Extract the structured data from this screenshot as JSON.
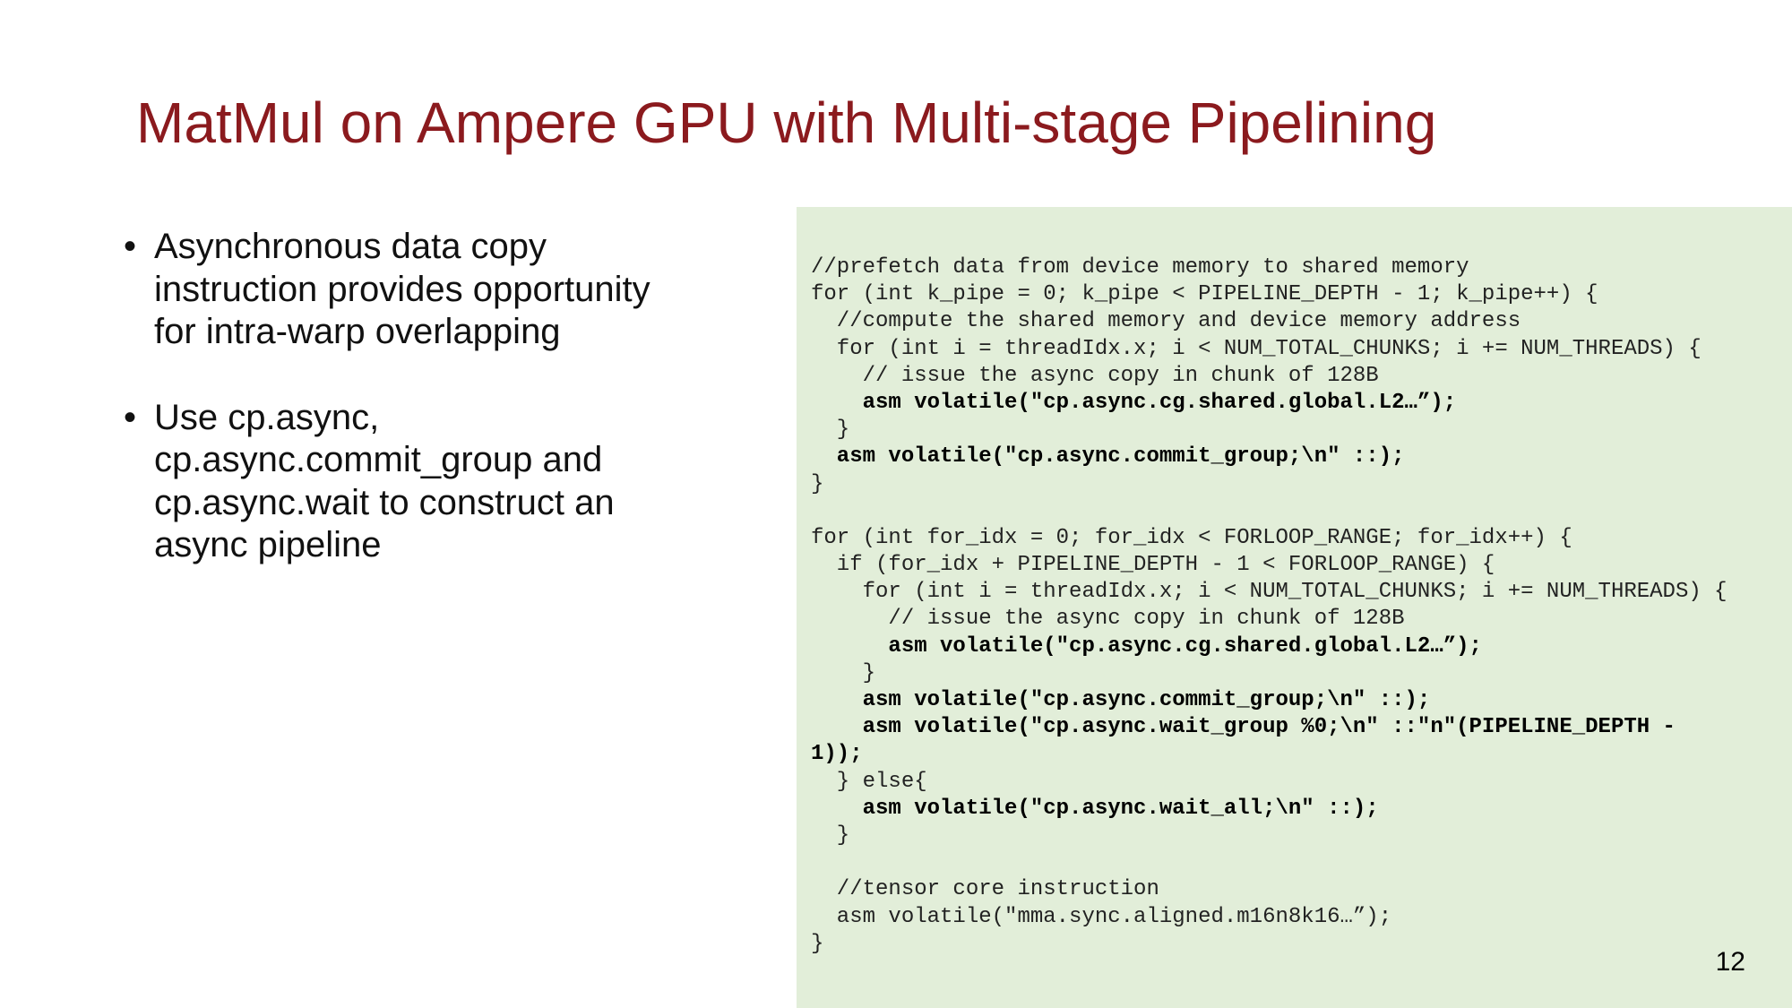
{
  "slide": {
    "title": "MatMul on Ampere GPU with Multi-stage Pipelining",
    "bullet_marker": "•",
    "bullets": [
      {
        "lines": [
          "Asynchronous data copy",
          "instruction provides opportunity",
          "for intra-warp overlapping"
        ]
      },
      {
        "lines": [
          "Use cp.async,",
          "cp.async.commit_group and",
          "cp.async.wait to construct an",
          "async pipeline"
        ]
      }
    ],
    "code_lines": [
      {
        "text": "//prefetch data from device memory to shared memory",
        "bold": false
      },
      {
        "text": "for (int k_pipe = 0; k_pipe < PIPELINE_DEPTH - 1; k_pipe++) {",
        "bold": false
      },
      {
        "text": "  //compute the shared memory and device memory address",
        "bold": false
      },
      {
        "text": "  for (int i = threadIdx.x; i < NUM_TOTAL_CHUNKS; i += NUM_THREADS) {",
        "bold": false
      },
      {
        "text": "    // issue the async copy in chunk of 128B",
        "bold": false
      },
      {
        "text": "    asm volatile(\"cp.async.cg.shared.global.L2…”);",
        "bold": true
      },
      {
        "text": "  }",
        "bold": false
      },
      {
        "text": "  asm volatile(\"cp.async.commit_group;\\n\" ::);",
        "bold": true
      },
      {
        "text": "}",
        "bold": false
      },
      {
        "text": "",
        "bold": false
      },
      {
        "text": "for (int for_idx = 0; for_idx < FORLOOP_RANGE; for_idx++) {",
        "bold": false
      },
      {
        "text": "  if (for_idx + PIPELINE_DEPTH - 1 < FORLOOP_RANGE) {",
        "bold": false
      },
      {
        "text": "    for (int i = threadIdx.x; i < NUM_TOTAL_CHUNKS; i += NUM_THREADS) {",
        "bold": false
      },
      {
        "text": "      // issue the async copy in chunk of 128B",
        "bold": false
      },
      {
        "text": "      asm volatile(\"cp.async.cg.shared.global.L2…”);",
        "bold": true
      },
      {
        "text": "    }",
        "bold": false
      },
      {
        "text": "    asm volatile(\"cp.async.commit_group;\\n\" ::);",
        "bold": true
      },
      {
        "text": "    asm volatile(\"cp.async.wait_group %0;\\n\" ::\"n\"(PIPELINE_DEPTH -",
        "bold": true
      },
      {
        "text": "1));",
        "bold": true
      },
      {
        "text": "  } else{",
        "bold": false
      },
      {
        "text": "    asm volatile(\"cp.async.wait_all;\\n\" ::);",
        "bold": true
      },
      {
        "text": "  }",
        "bold": false
      },
      {
        "text": "",
        "bold": false
      },
      {
        "text": "  //tensor core instruction",
        "bold": false
      },
      {
        "text": "  asm volatile(\"mma.sync.aligned.m16n8k16…”);",
        "bold": false
      },
      {
        "text": "}",
        "bold": false
      }
    ],
    "page_number": "12",
    "colors": {
      "title": "#8b1a1e",
      "code_background": "#e2eed9"
    }
  }
}
